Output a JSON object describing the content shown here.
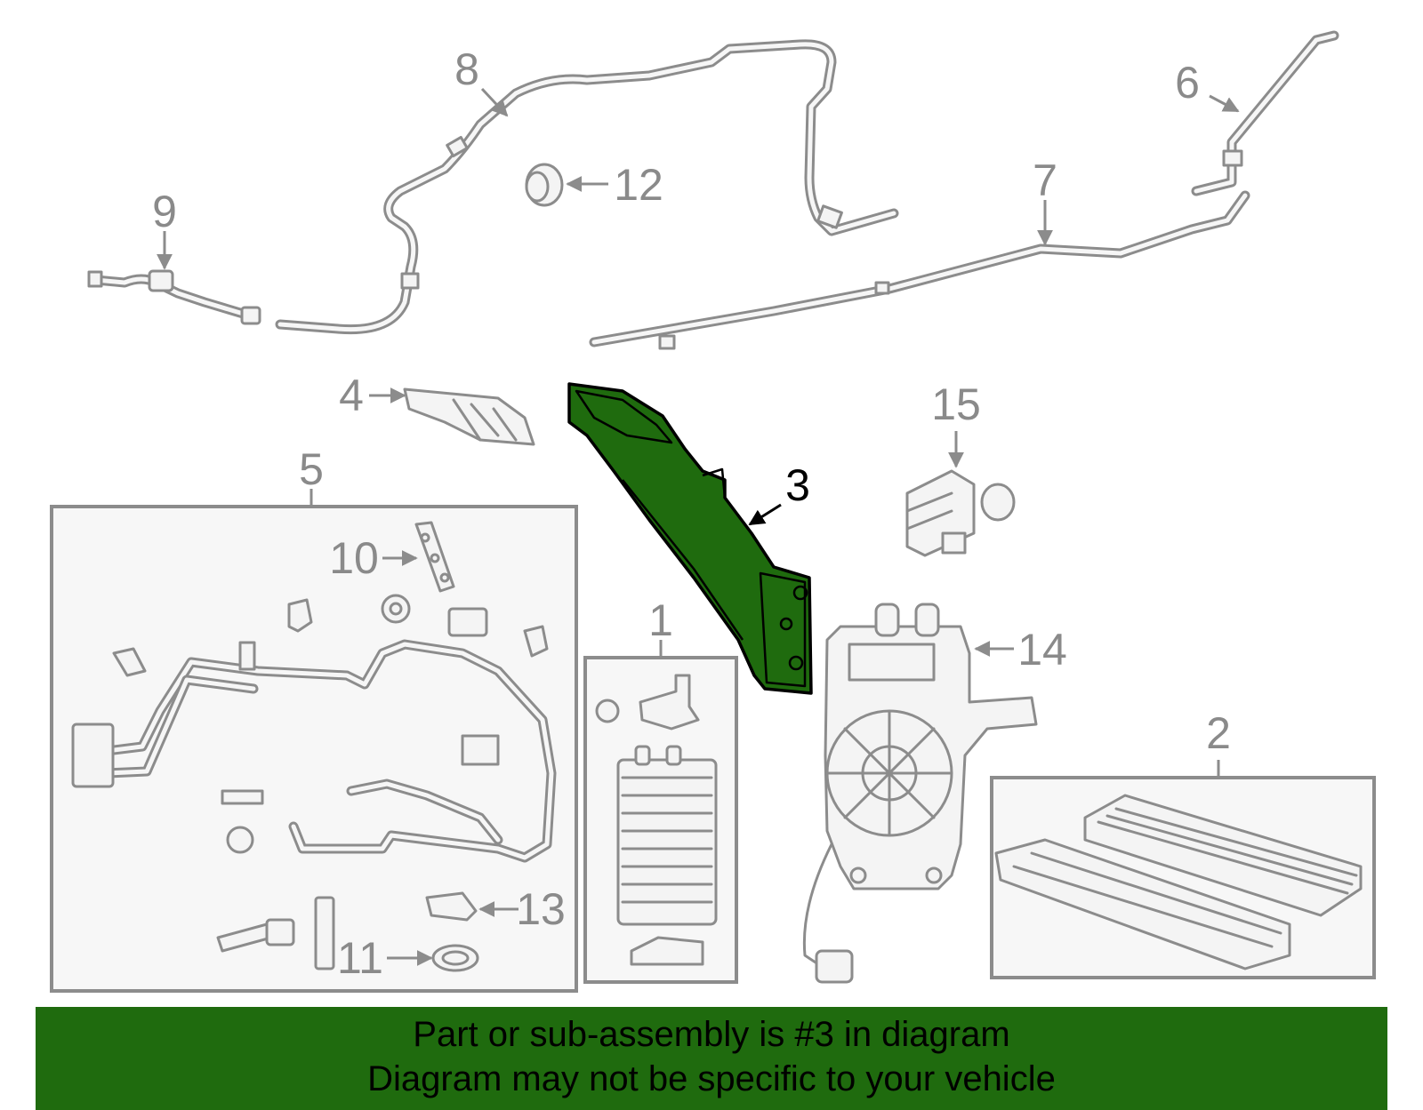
{
  "callouts": {
    "c1": "1",
    "c2": "2",
    "c3": "3",
    "c4": "4",
    "c5": "5",
    "c6": "6",
    "c7": "7",
    "c8": "8",
    "c9": "9",
    "c10": "10",
    "c11": "11",
    "c12": "12",
    "c13": "13",
    "c14": "14",
    "c15": "15"
  },
  "highlighted_part": "3",
  "colors": {
    "highlight": "#1f6b0e",
    "banner": "#1f6b0e",
    "line_art": "#8c8c8c"
  },
  "banner": {
    "line1": "Part or sub-assembly is #3 in diagram",
    "line2": "Diagram may not be specific to your vehicle"
  }
}
